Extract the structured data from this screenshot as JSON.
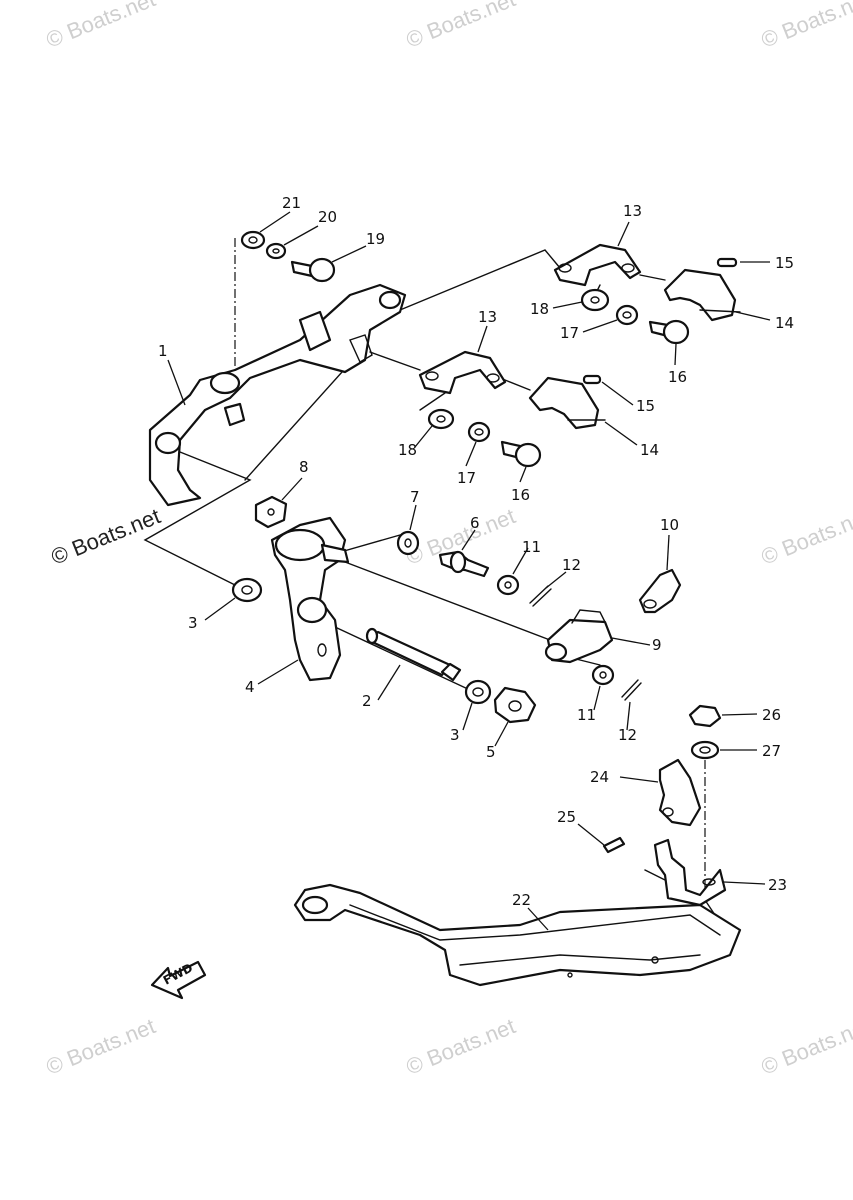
{
  "watermark": "© Boats.net",
  "direction_arrow": "FWD",
  "callouts": [
    "1",
    "2",
    "3",
    "4",
    "5",
    "6",
    "7",
    "8",
    "9",
    "10",
    "11",
    "12",
    "13",
    "14",
    "15",
    "16",
    "17",
    "18",
    "19",
    "20",
    "21",
    "22",
    "23",
    "24",
    "25",
    "26",
    "27"
  ]
}
